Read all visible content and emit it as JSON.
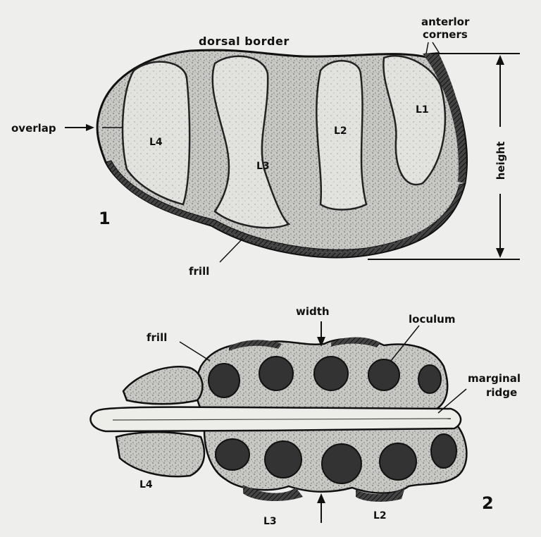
{
  "figure1": {
    "number": "1",
    "labels": {
      "dorsal_border": "dorsal border",
      "anterior_corners_line1": "anterlor",
      "anterior_corners_line2": "corners",
      "overlap": "overlap",
      "height": "height",
      "frill": "frill",
      "lobes": [
        "L4",
        "L3",
        "L2",
        "L1"
      ]
    }
  },
  "figure2": {
    "number": "2",
    "labels": {
      "width": "width",
      "loculum": "loculum",
      "frill": "frill",
      "marginal_ridge_line1": "marginal",
      "marginal_ridge_line2": "ridge",
      "lobes": [
        "L4",
        "L3",
        "L2"
      ]
    }
  },
  "colors": {
    "background": "#eeeeec",
    "ink": "#111111",
    "stipple": "#b9b9b6",
    "dark_fill": "#3a3a38"
  }
}
